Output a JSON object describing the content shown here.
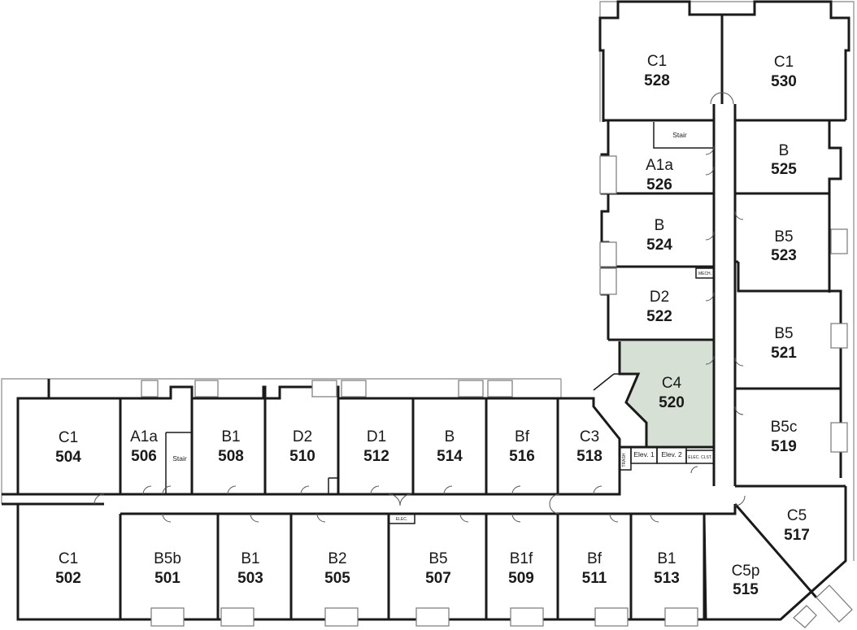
{
  "highlight_color": "#d6e0d4",
  "units": {
    "u528": {
      "type": "C1",
      "number": "528"
    },
    "u530": {
      "type": "C1",
      "number": "530"
    },
    "u526": {
      "type": "A1a",
      "number": "526"
    },
    "u525": {
      "type": "B",
      "number": "525"
    },
    "u524": {
      "type": "B",
      "number": "524"
    },
    "u523": {
      "type": "B5",
      "number": "523"
    },
    "u522": {
      "type": "D2",
      "number": "522"
    },
    "u521": {
      "type": "B5",
      "number": "521"
    },
    "u520": {
      "type": "C4",
      "number": "520",
      "highlighted": true
    },
    "u519": {
      "type": "B5c",
      "number": "519"
    },
    "u517": {
      "type": "C5",
      "number": "517"
    },
    "u515": {
      "type": "C5p",
      "number": "515"
    },
    "u504": {
      "type": "C1",
      "number": "504"
    },
    "u506": {
      "type": "A1a",
      "number": "506"
    },
    "u508": {
      "type": "B1",
      "number": "508"
    },
    "u510": {
      "type": "D2",
      "number": "510"
    },
    "u512": {
      "type": "D1",
      "number": "512"
    },
    "u514": {
      "type": "B",
      "number": "514"
    },
    "u516": {
      "type": "Bf",
      "number": "516"
    },
    "u518": {
      "type": "C3",
      "number": "518"
    },
    "u502": {
      "type": "C1",
      "number": "502"
    },
    "u501": {
      "type": "B5b",
      "number": "501"
    },
    "u503": {
      "type": "B1",
      "number": "503"
    },
    "u505": {
      "type": "B2",
      "number": "505"
    },
    "u507": {
      "type": "B5",
      "number": "507"
    },
    "u509": {
      "type": "B1f",
      "number": "509"
    },
    "u511": {
      "type": "Bf",
      "number": "511"
    },
    "u513": {
      "type": "B1",
      "number": "513"
    }
  },
  "service": {
    "stair_top": "Stair",
    "stair_left": "Stair",
    "mech": "MECH.",
    "elec": "ELEC.",
    "elev1": "Elev. 1",
    "elev2": "Elev. 2",
    "elec_clst": "ELEC. CLST.",
    "trash": "TRASH"
  }
}
